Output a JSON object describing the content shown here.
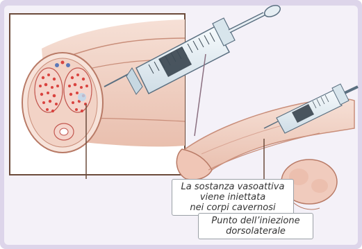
{
  "labels": {
    "cross_section": {
      "line1": "La sostanza vasoattiva",
      "line2": "viene iniettata",
      "line3": "nei corpi cavernosi"
    },
    "injection_site": {
      "line1": "Punto dell’iniezione",
      "line2": "dorsolaterale"
    }
  },
  "colors": {
    "background_lavender": "#ddd5ea",
    "skin": "#f3d7cc",
    "skin_dark": "#e4b5a4",
    "tissue_red": "#d9433f",
    "syringe_glass": "#e8f1f6",
    "syringe_outline": "#5a6f80"
  }
}
